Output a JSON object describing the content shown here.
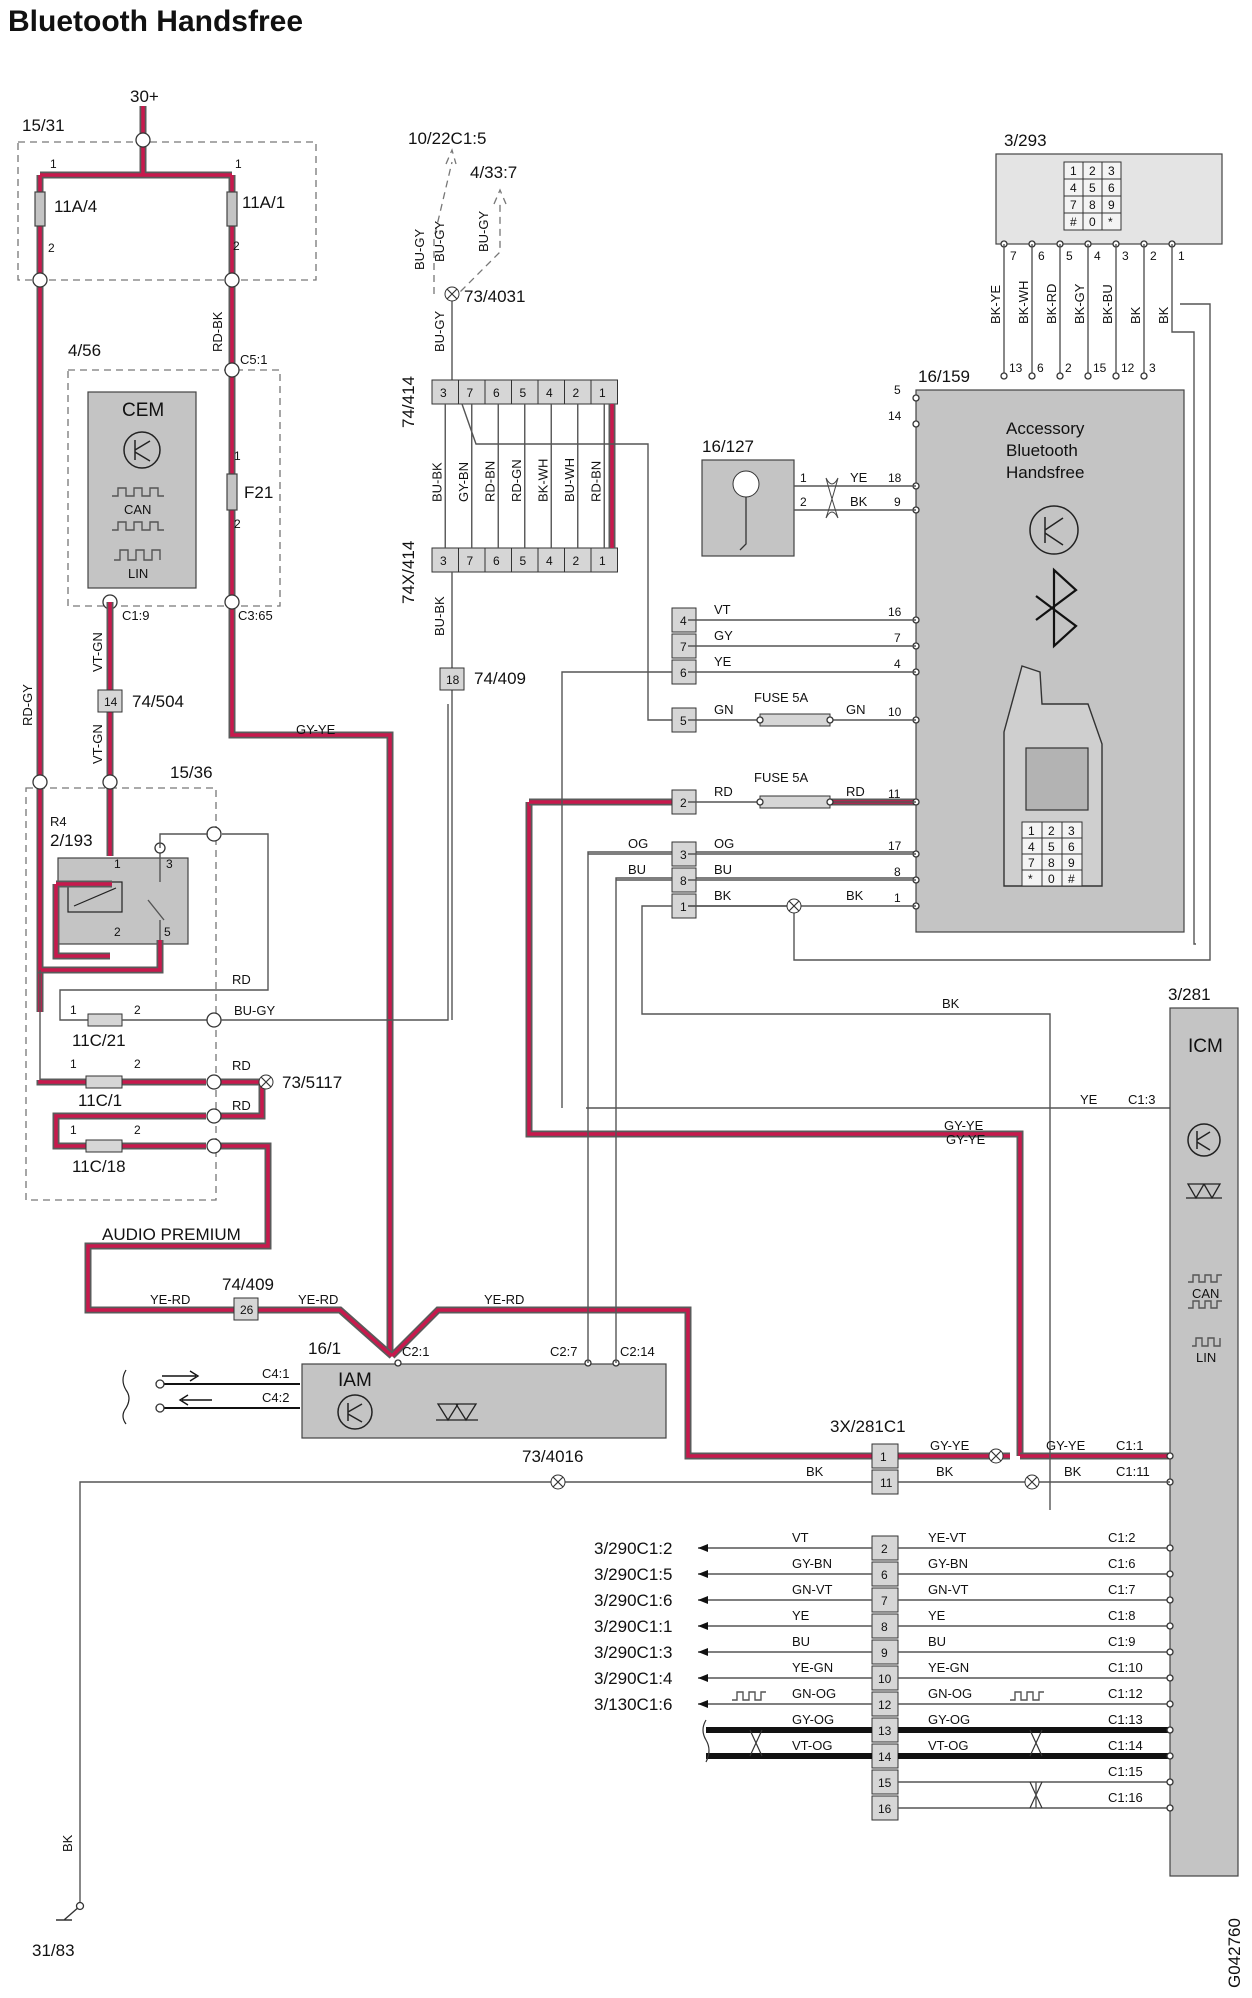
{
  "title": "Bluetooth Handsfree",
  "code": "G042760",
  "components": {
    "power": "30+",
    "fusebox": "15/31",
    "fuse_a": "11A/4",
    "fuse_b": "11A/1",
    "cem_ref": "4/56",
    "cem": "CEM",
    "can": "CAN",
    "lin": "LIN",
    "f21": "F21",
    "connector_c5": "C5:1",
    "connector_c1_9": "C1:9",
    "connector_c3_65": "C3:65",
    "splice_504": "74/504",
    "splice_504_pin": "14",
    "relay_box": "15/36",
    "r4": "R4",
    "relay": "2/193",
    "fuse_11c21": "11C/21",
    "fuse_11c1": "11C/1",
    "fuse_11c18": "11C/18",
    "ground_5117": "73/5117",
    "audio_premium": "AUDIO PREMIUM",
    "splice_409": "74/409",
    "splice_409_pin": "26",
    "iam_ref": "16/1",
    "iam": "IAM",
    "iam_c2_1": "C2:1",
    "iam_c2_7": "C2:7",
    "iam_c2_14": "C2:14",
    "iam_c4_1": "C4:1",
    "iam_c4_2": "C4:2",
    "ref_10_22": "10/22C1:5",
    "ref_4_33": "4/33:7",
    "splice_4031": "73/4031",
    "conn_74_414": "74/414",
    "conn_74x_414": "74X/414",
    "splice_409b": "74/409",
    "splice_409b_pin": "18",
    "keypad": "3/293",
    "accessory_ref": "16/159",
    "accessory_l1": "Accessory",
    "accessory_l2": "Bluetooth",
    "accessory_l3": "Handsfree",
    "mic": "16/127",
    "fuse5a": "FUSE 5A",
    "icm_ref": "3/281",
    "icm": "ICM",
    "conn_3x": "3X/281C1",
    "ground_4016": "73/4016",
    "ground_31_83": "31/83"
  },
  "wire_colors": {
    "rd_bk": "RD-BK",
    "rd_gy": "RD-GY",
    "vt_gn": "VT-GN",
    "gy_ye": "GY-YE",
    "rd": "RD",
    "bu_gy": "BU-GY",
    "ye_rd": "YE-RD",
    "bk": "BK",
    "bu_bk": "BU-BK",
    "ye": "YE",
    "vt": "VT",
    "gy": "GY",
    "gn": "GN",
    "og": "OG",
    "bu": "BU"
  },
  "keypad_keys": [
    "1",
    "2",
    "3",
    "4",
    "5",
    "6",
    "7",
    "8",
    "9",
    "#",
    "0",
    "*"
  ],
  "phone_keys": [
    "1",
    "2",
    "3",
    "4",
    "5",
    "6",
    "7",
    "8",
    "9",
    "*",
    "0",
    "#"
  ],
  "keypad_wires": [
    "BK-YE",
    "BK-WH",
    "BK-RD",
    "BK-GY",
    "BK-BU",
    "BK",
    "BK"
  ],
  "keypad_pins_top": [
    "7",
    "6",
    "5",
    "4",
    "3",
    "2",
    "1"
  ],
  "keypad_pins_bottom": [
    "13",
    "6",
    "2",
    "15",
    "12",
    "3"
  ],
  "c414_pins": [
    "3",
    "7",
    "6",
    "5",
    "4",
    "2",
    "1"
  ],
  "c414_wires": [
    "BU-BK",
    "GY-BN",
    "RD-BN",
    "RD-GN",
    "BK-WH",
    "BU-WH",
    "RD-BN"
  ],
  "acc_pins": [
    "5",
    "14",
    "18",
    "9",
    "16",
    "7",
    "4",
    "10",
    "11",
    "17",
    "8",
    "1"
  ],
  "mid_pins": [
    "4",
    "7",
    "6",
    "5",
    "2",
    "3",
    "8",
    "1"
  ],
  "icm_rows": [
    {
      "dest": "3/290C1:2",
      "left": "VT",
      "pin": "2",
      "right": "YE-VT",
      "icm": "C1:2"
    },
    {
      "dest": "3/290C1:5",
      "left": "GY-BN",
      "pin": "6",
      "right": "GY-BN",
      "icm": "C1:6"
    },
    {
      "dest": "3/290C1:6",
      "left": "GN-VT",
      "pin": "7",
      "right": "GN-VT",
      "icm": "C1:7"
    },
    {
      "dest": "3/290C1:1",
      "left": "YE",
      "pin": "8",
      "right": "YE",
      "icm": "C1:8"
    },
    {
      "dest": "3/290C1:3",
      "left": "BU",
      "pin": "9",
      "right": "BU",
      "icm": "C1:9"
    },
    {
      "dest": "3/290C1:4",
      "left": "YE-GN",
      "pin": "10",
      "right": "YE-GN",
      "icm": "C1:10"
    },
    {
      "dest": "3/130C1:6",
      "left": "GN-OG",
      "pin": "12",
      "right": "GN-OG",
      "icm": "C1:12"
    },
    {
      "dest": "",
      "left": "GY-OG",
      "pin": "13",
      "right": "GY-OG",
      "icm": "C1:13"
    },
    {
      "dest": "",
      "left": "VT-OG",
      "pin": "14",
      "right": "VT-OG",
      "icm": "C1:14"
    },
    {
      "dest": "",
      "left": "",
      "pin": "15",
      "right": "",
      "icm": "C1:15"
    },
    {
      "dest": "",
      "left": "",
      "pin": "16",
      "right": "",
      "icm": "C1:16"
    }
  ],
  "icm_top_rows": [
    {
      "pin": "1",
      "left": "GY-YE",
      "right": "GY-YE",
      "icm": "C1:1"
    },
    {
      "pin": "11",
      "left": "BK",
      "right": "BK",
      "icm": "C1:11"
    }
  ],
  "icm_c1_3": "C1:3",
  "icm_c1_3_wire": "YE"
}
